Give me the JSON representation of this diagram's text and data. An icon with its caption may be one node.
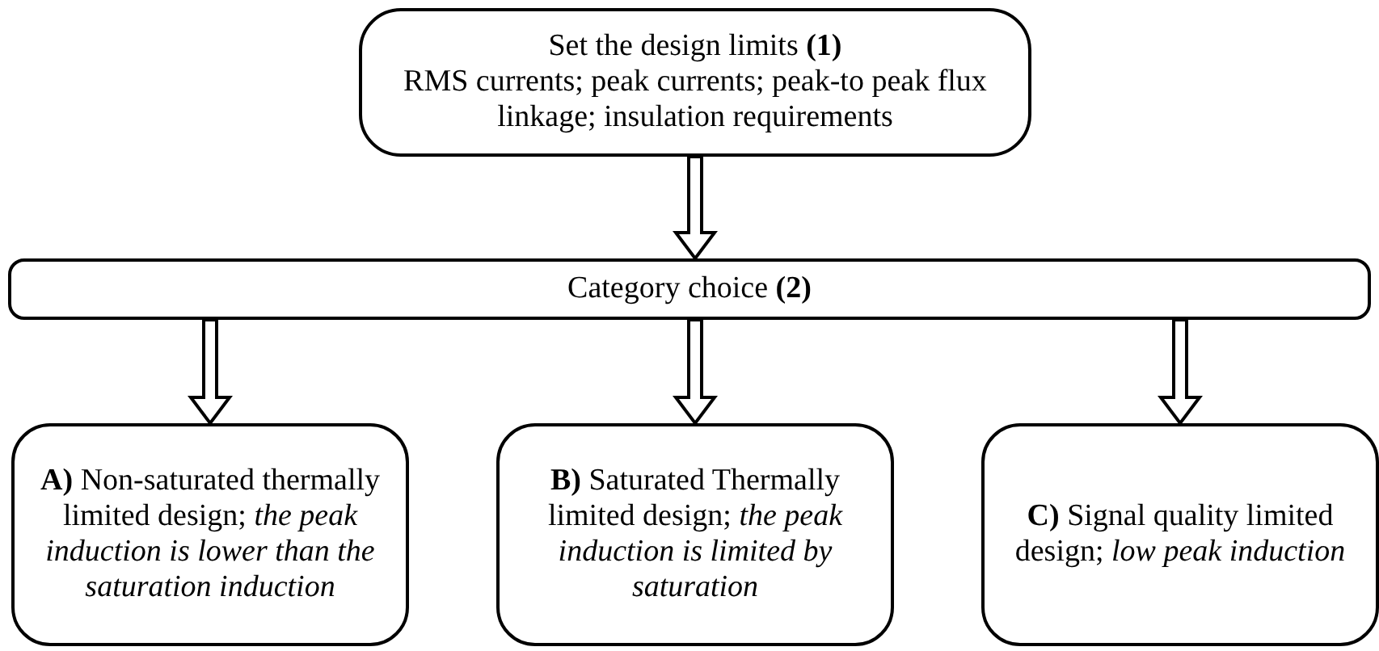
{
  "diagram": {
    "nodes": [
      {
        "text": [
          "Set the design limits **(1)**",
          "RMS currents; peak currents; peak-to peak flux linkage; insulation requirements"
        ]
      },
      {
        "text": [
          "Category choice **(2)**"
        ]
      },
      {
        "text": [
          "**A)** Non-saturated thermally limited design; *the peak induction is lower than the saturation induction*"
        ]
      },
      {
        "text": [
          "**B)**  Saturated Thermally limited design; *the peak induction is limited by saturation*"
        ]
      },
      {
        "text": [
          "**C)** Signal quality limited design; *low peak induction*"
        ]
      }
    ],
    "edges": [
      {
        "from": 0,
        "to": 1,
        "arrow": "to"
      },
      {
        "from": 1,
        "to": 2,
        "arrow": "to"
      },
      {
        "from": 1,
        "to": 3,
        "arrow": "to"
      },
      {
        "from": 1,
        "to": 4,
        "arrow": "to"
      }
    ]
  }
}
